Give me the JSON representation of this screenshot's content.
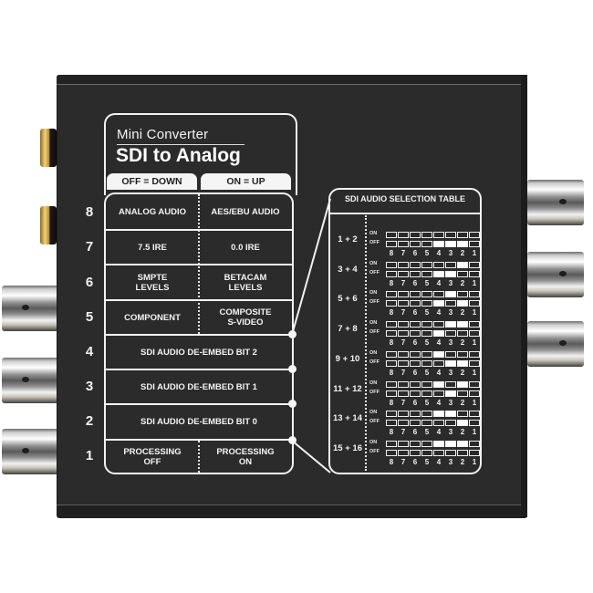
{
  "device": {
    "brand_line": "Mini Converter",
    "model": "SDI to Analog",
    "body_color": "#2b2b2c",
    "label_color": "#f2f2f2"
  },
  "switch_panel": {
    "header_off": "OFF = DOWN",
    "header_on": "ON = UP",
    "rows": [
      {
        "number": "8",
        "off": "ANALOG AUDIO",
        "on": "AES/EBU AUDIO"
      },
      {
        "number": "7",
        "off": "7.5 IRE",
        "on": "0.0 IRE"
      },
      {
        "number": "6",
        "off": "SMPTE\nLEVELS",
        "on": "BETACAM\nLEVELS"
      },
      {
        "number": "5",
        "off": "COMPONENT",
        "on": "COMPOSITE\nS-VIDEO"
      },
      {
        "number": "4",
        "full": "SDI AUDIO DE-EMBED BIT 2"
      },
      {
        "number": "3",
        "full": "SDI AUDIO DE-EMBED BIT 1"
      },
      {
        "number": "2",
        "full": "SDI AUDIO DE-EMBED BIT 0"
      },
      {
        "number": "1",
        "off": "PROCESSING\nOFF",
        "on": "PROCESSING\nON"
      }
    ]
  },
  "audio_table": {
    "title": "SDI AUDIO SELECTION TABLE",
    "on_label": "ON",
    "off_label": "OFF",
    "switch_numbers": [
      "8",
      "7",
      "6",
      "5",
      "4",
      "3",
      "2",
      "1"
    ],
    "rows": [
      {
        "channels": "1 + 2",
        "on": [],
        "off": [
          "4",
          "3",
          "2"
        ]
      },
      {
        "channels": "3 + 4",
        "on": [
          "2"
        ],
        "off": [
          "4",
          "3"
        ]
      },
      {
        "channels": "5 + 6",
        "on": [
          "3"
        ],
        "off": [
          "4",
          "2"
        ]
      },
      {
        "channels": "7 + 8",
        "on": [
          "3",
          "2"
        ],
        "off": [
          "4"
        ]
      },
      {
        "channels": "9 + 10",
        "on": [
          "4"
        ],
        "off": [
          "3",
          "2"
        ]
      },
      {
        "channels": "11 + 12",
        "on": [
          "4",
          "2"
        ],
        "off": [
          "3"
        ]
      },
      {
        "channels": "13 + 14",
        "on": [
          "4",
          "3"
        ],
        "off": [
          "2"
        ]
      },
      {
        "channels": "15 + 16",
        "on": [
          "4",
          "3",
          "2"
        ],
        "off": []
      }
    ]
  },
  "connectors": {
    "left_audio_jacks": 2,
    "left_bnc": 3,
    "right_bnc": 3
  }
}
